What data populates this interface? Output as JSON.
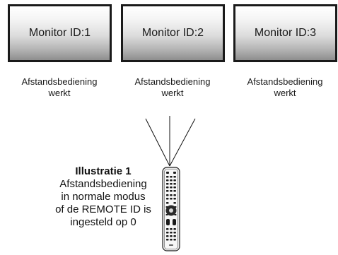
{
  "monitors": [
    {
      "label": "Monitor ID:1",
      "caption_line1": "Afstandsbediening",
      "caption_line2": "werkt"
    },
    {
      "label": "Monitor ID:2",
      "caption_line1": "Afstandsbediening",
      "caption_line2": "werkt"
    },
    {
      "label": "Monitor ID:3",
      "caption_line1": "Afstandsbediening",
      "caption_line2": "werkt"
    }
  ],
  "illustration": {
    "title": "Illustratie 1",
    "lines": [
      "Afstandsbediening",
      "in normale modus",
      "of de REMOTE ID is",
      "ingesteld op 0"
    ]
  },
  "icons": {
    "remote": "remote-control-icon"
  }
}
